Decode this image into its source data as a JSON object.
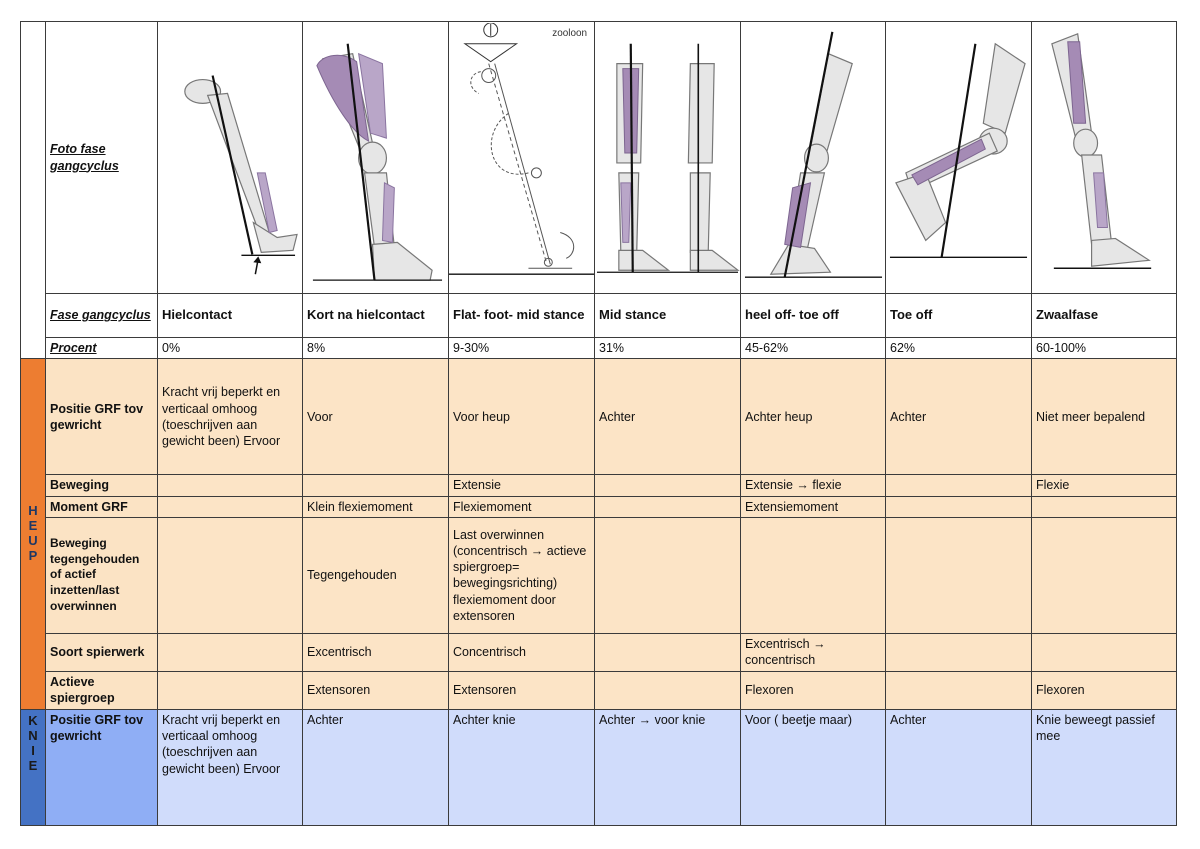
{
  "header": {
    "photo_label": "Foto fase gangcyclus",
    "phase_label": "Fase gangcyclus",
    "percent_label": "Procent",
    "phases": [
      "Hielcontact",
      "Kort na hielcontact",
      "Flat- foot- mid stance",
      "Mid stance",
      "heel off- toe off",
      "Toe off",
      "Zwaalfase"
    ],
    "percents": [
      "0%",
      "8%",
      "9-30%",
      "31%",
      "45-62%",
      "62%",
      "60-100%"
    ],
    "watermark": "zooloon"
  },
  "heup": {
    "side_label": "H E U P",
    "rows": [
      {
        "label": "Positie GRF tov gewricht",
        "cells": [
          "Kracht vrij beperkt en verticaal omhoog (toeschrijven aan gewicht been) Ervoor",
          "Voor",
          "Voor heup",
          "Achter",
          "Achter heup",
          "Achter",
          "Niet meer bepalend"
        ]
      },
      {
        "label": "Beweging",
        "cells": [
          "",
          "",
          "Extensie",
          "",
          "Extensie → flexie",
          "",
          "Flexie"
        ]
      },
      {
        "label": "Moment GRF",
        "cells": [
          "",
          "Klein flexiemoment",
          "Flexiemoment",
          "",
          "Extensiemoment",
          "",
          ""
        ]
      },
      {
        "label": "Beweging tegengehouden of actief inzetten/last overwinnen",
        "cells": [
          "",
          "Tegengehouden",
          "Last overwinnen (concentrisch → actieve spiergroep= bewegingsrichting) flexiemoment door extensoren",
          "",
          "",
          "",
          ""
        ]
      },
      {
        "label": "Soort spierwerk",
        "cells": [
          "",
          "Excentrisch",
          "Concentrisch",
          "",
          "Excentrisch → concentrisch",
          "",
          ""
        ]
      },
      {
        "label": "Actieve spiergroep",
        "cells": [
          "",
          "Extensoren",
          "Extensoren",
          "",
          "Flexoren",
          "",
          "Flexoren"
        ]
      }
    ]
  },
  "knie": {
    "side_label": "K N I E",
    "rows": [
      {
        "label": "Positie GRF tov gewricht",
        "cells": [
          "Kracht vrij beperkt en verticaal omhoog (toeschrijven aan gewicht been) Ervoor",
          "Achter",
          "Achter knie",
          "Achter → voor knie",
          "Voor ( beetje maar)",
          "Achter",
          "Knie beweegt passief mee"
        ]
      }
    ]
  },
  "colors": {
    "heup_side": "#ed7d31",
    "heup_cell": "#fce4c6",
    "knie_side": "#4472c4",
    "knie_cell": "#d0dcfb",
    "muscle": "#a58bb5"
  }
}
